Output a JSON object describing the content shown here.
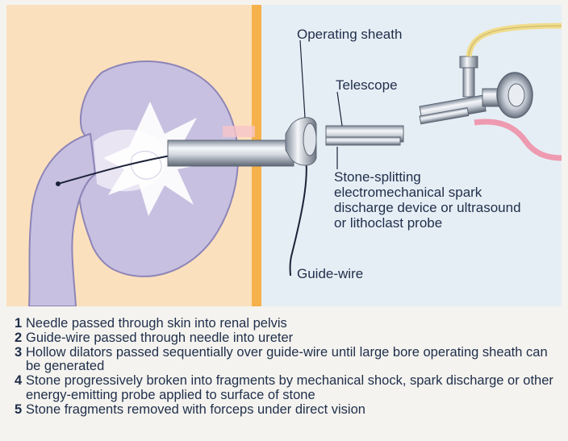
{
  "labels": {
    "operating_sheath": "Operating sheath",
    "telescope": "Telescope",
    "stone_splitting": "Stone-splitting\nelectromechanical spark\ndischarge device or ultrasound\nor lithoclast probe",
    "guide_wire": "Guide-wire"
  },
  "steps": [
    {
      "num": "1",
      "text": "Needle passed through skin into renal pelvis"
    },
    {
      "num": "2",
      "text": "Guide-wire passed through needle into ureter"
    },
    {
      "num": "3",
      "text": "Hollow dilators passed sequentially over guide-wire until large bore operating sheath can be generated"
    },
    {
      "num": "4",
      "text": "Stone progressively broken into fragments by mechanical shock, spark discharge or other energy-emitting probe applied to surface of stone"
    },
    {
      "num": "5",
      "text": "Stone fragments removed with forceps under direct vision"
    }
  ],
  "colors": {
    "skin_bg": "#fbe0bd",
    "body_wall": "#f6b24a",
    "fluid_bg": "#e6eef5",
    "kidney": "#c7c0e0",
    "kidney_outline": "#8e85b8",
    "text": "#1f2e4a"
  }
}
